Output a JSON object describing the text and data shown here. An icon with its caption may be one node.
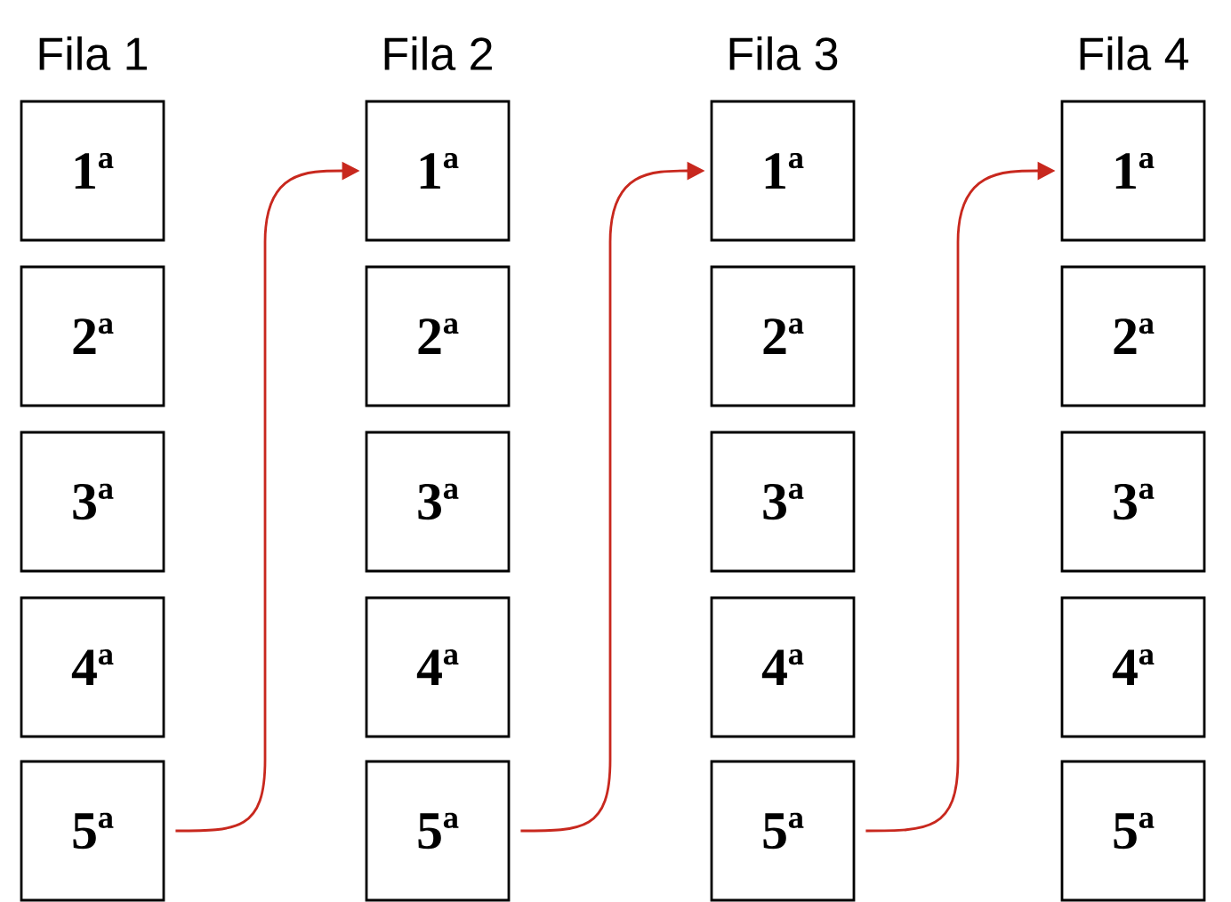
{
  "diagram": {
    "nodes": [
      {
        "text": [
          "1ª"
        ]
      },
      {
        "text": [
          "2ª"
        ]
      },
      {
        "text": [
          "3ª"
        ]
      },
      {
        "text": [
          "4ª"
        ]
      },
      {
        "text": [
          "5ª"
        ]
      },
      {
        "text": [
          "1ª"
        ]
      },
      {
        "text": [
          "2ª"
        ]
      },
      {
        "text": [
          "3ª"
        ]
      },
      {
        "text": [
          "4ª"
        ]
      },
      {
        "text": [
          "5ª"
        ]
      },
      {
        "text": [
          "1ª"
        ]
      },
      {
        "text": [
          "2ª"
        ]
      },
      {
        "text": [
          "3ª"
        ]
      },
      {
        "text": [
          "4ª"
        ]
      },
      {
        "text": [
          "5ª"
        ]
      },
      {
        "text": [
          "1ª"
        ]
      },
      {
        "text": [
          "2ª"
        ]
      },
      {
        "text": [
          "3ª"
        ]
      },
      {
        "text": [
          "4ª"
        ]
      },
      {
        "text": [
          "5ª"
        ]
      }
    ],
    "edges": [
      {
        "from": 4,
        "to": 5,
        "arrow": "to"
      },
      {
        "from": 9,
        "to": 10,
        "arrow": "to"
      },
      {
        "from": 14,
        "to": 15,
        "arrow": "to"
      }
    ],
    "labels": [
      "Fila 1",
      "Fila 2",
      "Fila 3",
      "Fila 4"
    ]
  }
}
